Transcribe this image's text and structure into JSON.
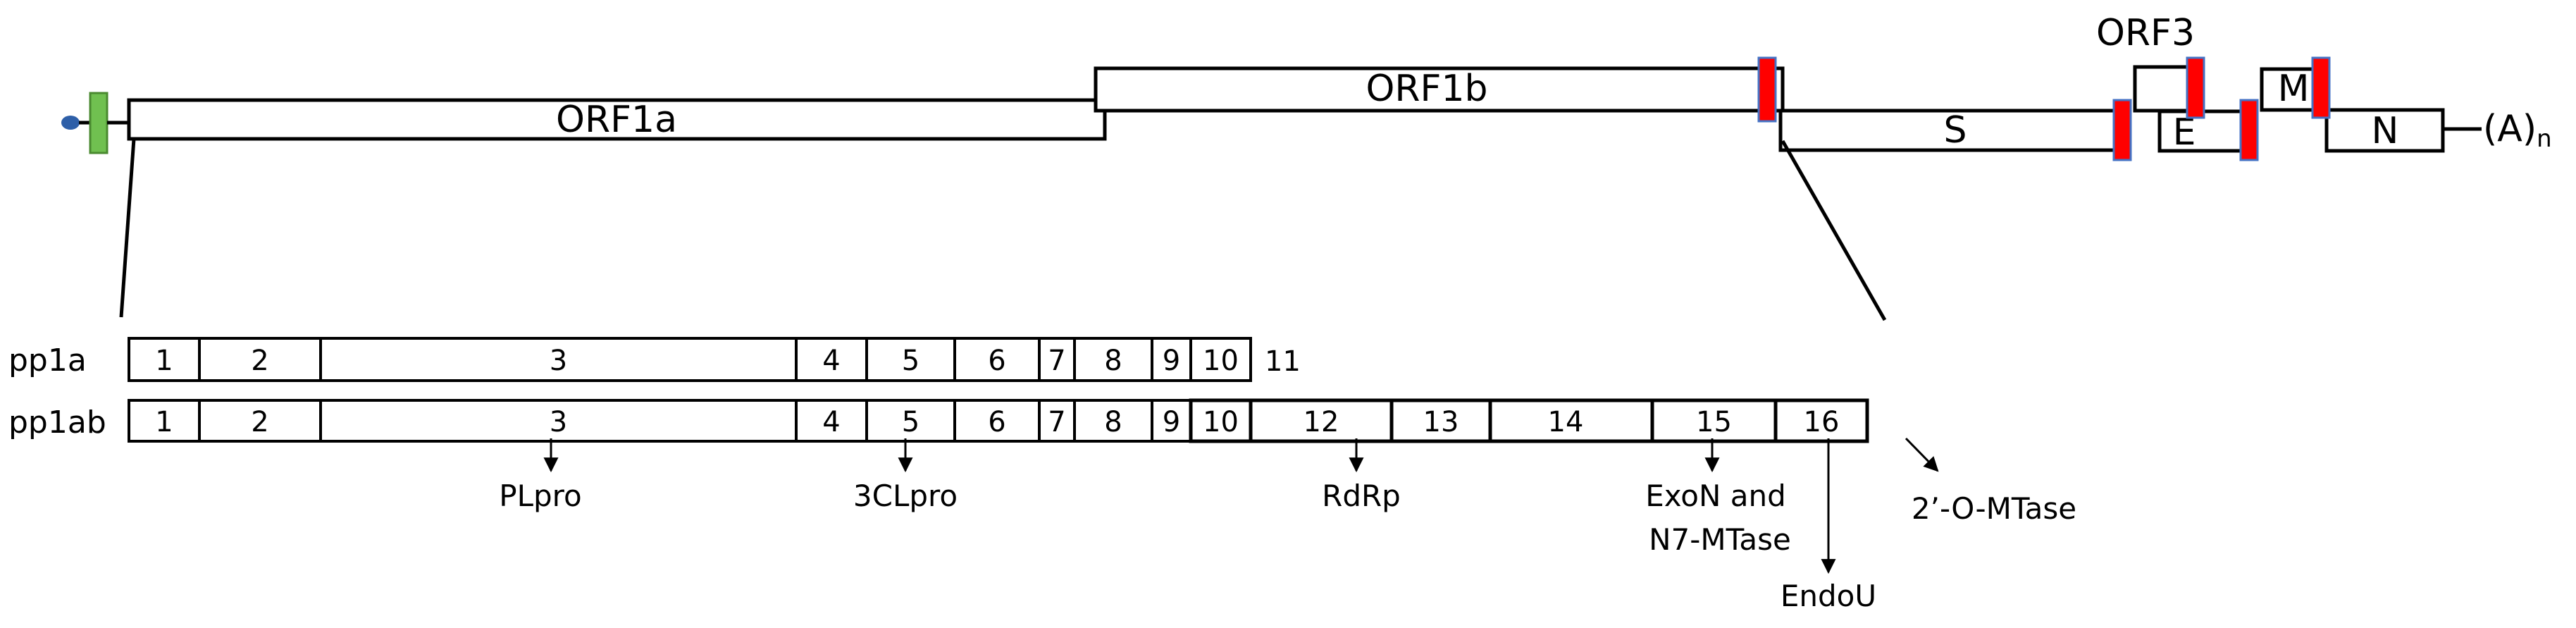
{
  "genome": {
    "orfs": {
      "orf1a": "ORF1a",
      "orf1b": "ORF1b",
      "s": "S",
      "orf3": "ORF3",
      "e": "E",
      "m": "M",
      "n": "N"
    },
    "polyA": "(A)",
    "polyA_sub": "n",
    "colors": {
      "trs": "#ff0000",
      "trs_edge": "#4472c4",
      "leader": "#70c050",
      "cap": "#2e5fa8"
    }
  },
  "pp1a": {
    "label": "pp1a",
    "segments": [
      "1",
      "2",
      "3",
      "4",
      "5",
      "6",
      "7",
      "8",
      "9",
      "10"
    ],
    "trailing": "11"
  },
  "pp1ab": {
    "label": "pp1ab",
    "segments": [
      "1",
      "2",
      "3",
      "4",
      "5",
      "6",
      "7",
      "8",
      "9",
      "10",
      "12",
      "13",
      "14",
      "15",
      "16"
    ]
  },
  "enzymes": {
    "plpro": "PLpro",
    "clpro": "3CLpro",
    "rdrp": "RdRp",
    "exon_line1": "ExoN and",
    "exon_line2": "N7-MTase",
    "endou": "EndoU",
    "mtase": "2’-O-MTase"
  }
}
